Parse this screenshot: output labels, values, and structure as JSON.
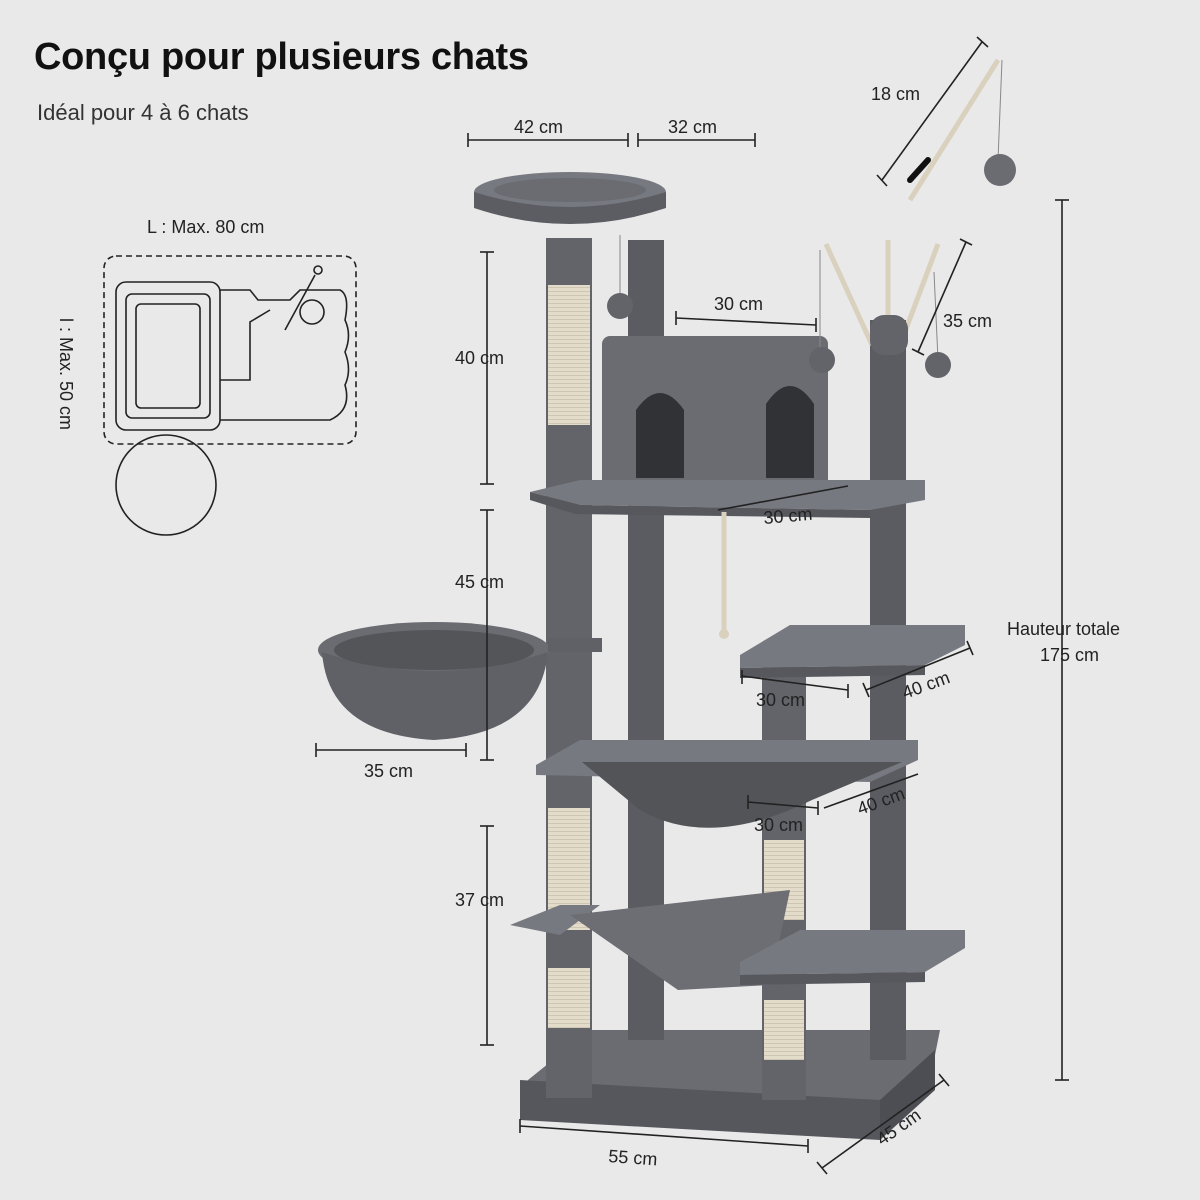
{
  "title": "Conçu pour plusieurs chats",
  "subtitle": "Idéal pour 4 à 6 chats",
  "footprint": {
    "width_label": "L : Max. 80 cm",
    "depth_label": "l : Max. 50 cm"
  },
  "dimensions": {
    "top_platform_width": "42 cm",
    "top_gap": "32 cm",
    "toy_wand": "18 cm",
    "section_1_height": "40 cm",
    "condo_width": "30 cm",
    "sisal_ropes": "35 cm",
    "condo_platform_depth": "30 cm",
    "section_2_height": "45 cm",
    "side_platform_depth": "30 cm",
    "side_platform_width": "40 cm",
    "basket_diameter": "35 cm",
    "hammock_depth": "30 cm",
    "hammock_width": "40 cm",
    "section_3_height": "37 cm",
    "base_width": "55 cm",
    "base_depth": "45 cm"
  },
  "total_height": {
    "label_line1": "Hauteur totale",
    "label_line2": "175 cm"
  },
  "colors": {
    "background": "#e9e9e9",
    "plush": "#5f6166",
    "plush_light": "#75777d",
    "sisal": "#e3dccb",
    "line": "#222222"
  }
}
